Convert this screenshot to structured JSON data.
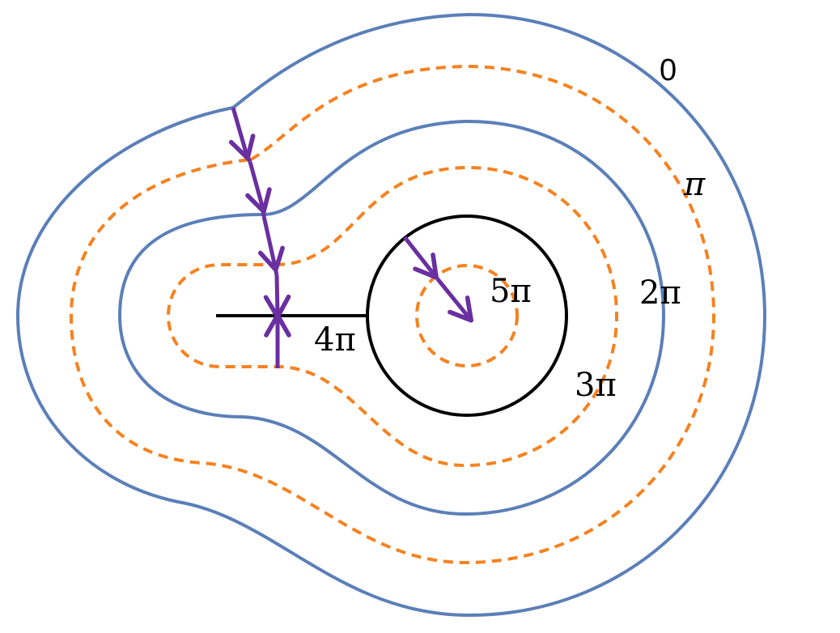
{
  "diagram": {
    "contour_labels": {
      "zero": "0",
      "pi": "π",
      "two_pi": "2π",
      "three_pi": "3π",
      "four_pi": "4π",
      "five_pi": "5π"
    },
    "colors": {
      "solid_contour": "#5b7fb8",
      "dashed_contour": "#f58220",
      "path_arrows": "#6a2fa0",
      "circle_and_cut": "#000000"
    }
  }
}
